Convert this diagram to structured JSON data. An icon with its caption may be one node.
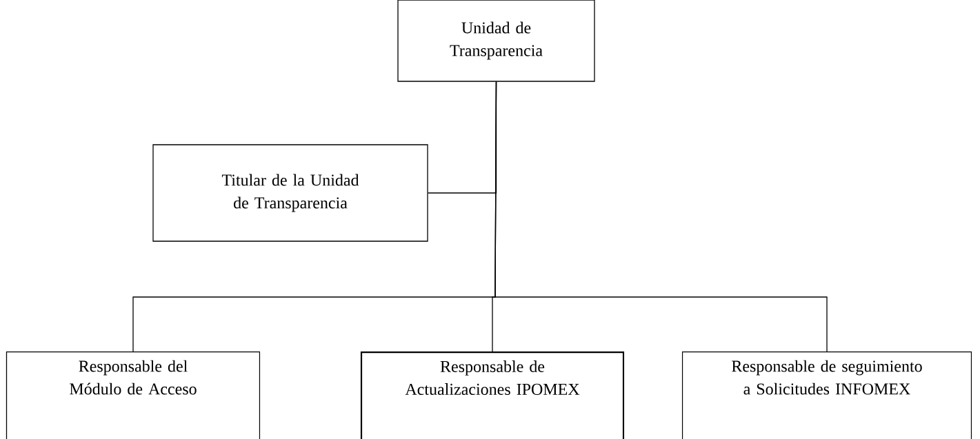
{
  "diagram": {
    "nodes": [
      {
        "text": [
          "Unidad de Transparencia"
        ]
      },
      {
        "text": [
          "Titular de la Unidad de Transparencia"
        ]
      },
      {
        "text": [
          "Responsable del Módulo de Acceso"
        ]
      },
      {
        "text": [
          "Responsable de Actualizaciones IPOMEX"
        ]
      },
      {
        "text": [
          "Responsable de seguimiento a Solicitudes INFOMEX"
        ]
      }
    ],
    "edges": [
      {
        "from": 0,
        "to": 1,
        "arrow": "none"
      },
      {
        "from": 0,
        "to": 2,
        "arrow": "none"
      },
      {
        "from": 0,
        "to": 3,
        "arrow": "none"
      },
      {
        "from": 0,
        "to": 4,
        "arrow": "none"
      }
    ]
  }
}
